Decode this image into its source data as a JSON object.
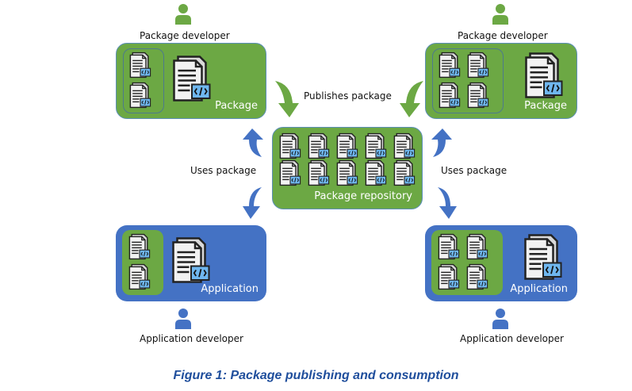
{
  "figure": {
    "caption": "Figure 1: Package publishing and consumption"
  },
  "colors": {
    "package_green": "#6ca844",
    "application_blue": "#4472c4",
    "caption_blue": "#1f4e9c"
  },
  "top_left": {
    "role": "Package developer",
    "box_label": "Package",
    "dependency_count": 2
  },
  "top_right": {
    "role": "Package developer",
    "box_label": "Package",
    "dependency_count": 4
  },
  "repository": {
    "box_label": "Package repository",
    "package_count": 10
  },
  "bottom_left": {
    "role": "Application developer",
    "box_label": "Application",
    "dependency_count": 2
  },
  "bottom_right": {
    "role": "Application developer",
    "box_label": "Application",
    "dependency_count": 4
  },
  "arrows": {
    "publishes": "Publishes package",
    "uses_left": "Uses package",
    "uses_right": "Uses package"
  }
}
